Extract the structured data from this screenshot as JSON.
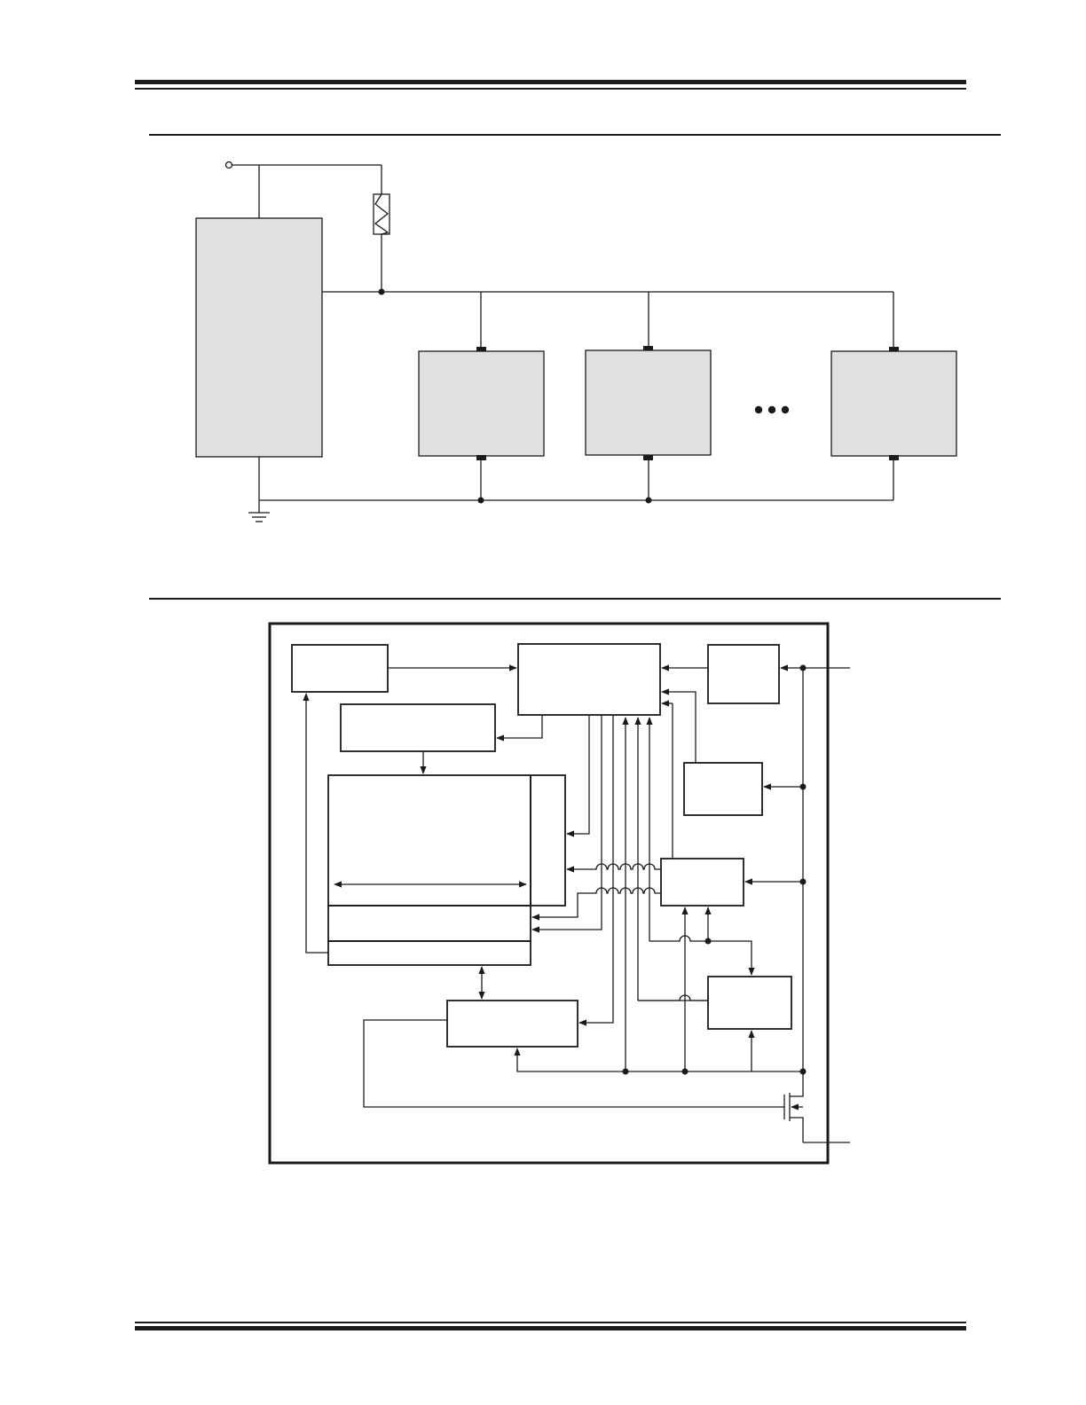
{
  "page": {
    "header_rule": "double-rule",
    "footer_rule": "double-rule"
  },
  "figure_1": {
    "kind": "bus-topology",
    "master_device": {
      "label": ""
    },
    "slave_devices": [
      {
        "label": ""
      },
      {
        "label": ""
      },
      {
        "label": ""
      }
    ],
    "ellipsis": "• • •",
    "pullup": "resistor-icon",
    "ground": "ground-icon",
    "supply": "supply-terminal-icon"
  },
  "figure_2": {
    "kind": "block-diagram",
    "blocks": [
      {
        "label": ""
      },
      {
        "label": ""
      },
      {
        "label": ""
      },
      {
        "label": ""
      },
      {
        "label": ""
      },
      {
        "label": ""
      },
      {
        "label": ""
      },
      {
        "label": ""
      },
      {
        "label": ""
      },
      {
        "label": ""
      }
    ],
    "transistor": "mosfet-icon"
  },
  "colors": {
    "ink": "#1a1a1a",
    "block_fill": "#e0e0e0"
  }
}
